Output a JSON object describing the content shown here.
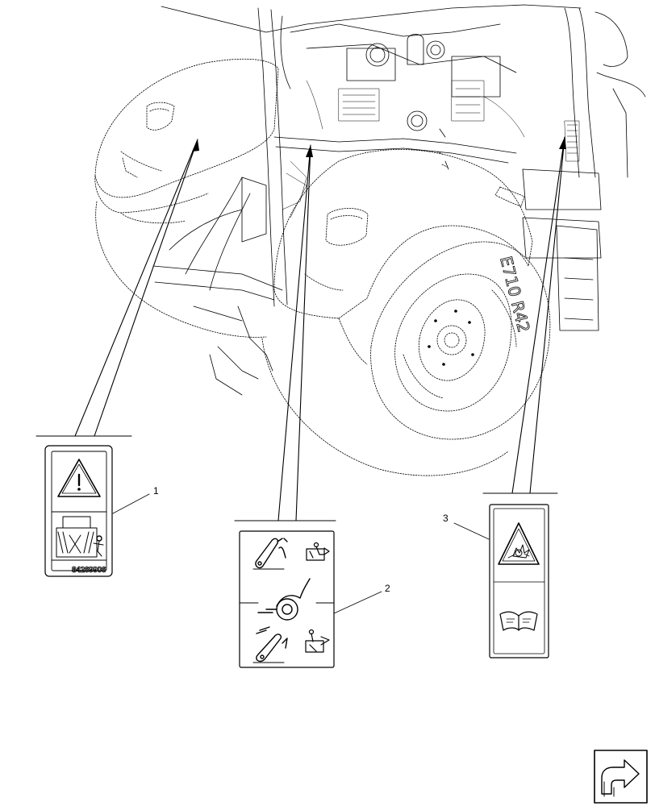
{
  "callouts": {
    "one": "1",
    "two": "2",
    "three": "3"
  },
  "decals": {
    "decal_1_part_number": "84269906"
  },
  "tire_marking": "E710 R42",
  "icons": {
    "nav": "next-page-arrow-icon",
    "decal_1": [
      "warning-triangle-icon",
      "tractor-hazard-icon"
    ],
    "decal_2": [
      "lift-arm-icon",
      "control-lever-icon",
      "wheel-icon"
    ],
    "decal_3": [
      "explosion-hazard-icon",
      "read-manual-icon"
    ]
  }
}
